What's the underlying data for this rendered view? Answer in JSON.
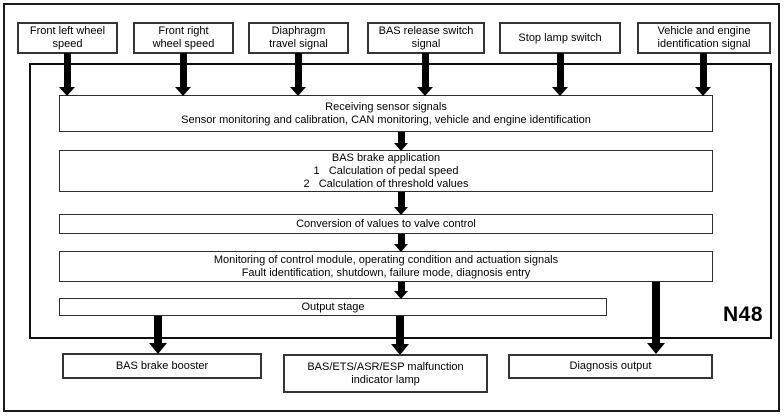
{
  "diagram": {
    "title_hint": "BAS control module block diagram",
    "module_label": "N48",
    "colors": {
      "line": "#000000",
      "text": "#000000",
      "background": "#ffffff"
    },
    "inputs": [
      {
        "lines": [
          "Front left wheel",
          "speed"
        ]
      },
      {
        "lines": [
          "Front right",
          "wheel speed"
        ]
      },
      {
        "lines": [
          "Diaphragm",
          "travel signal"
        ]
      },
      {
        "lines": [
          "BAS release switch",
          "signal"
        ]
      },
      {
        "lines": [
          "Stop lamp switch"
        ]
      },
      {
        "lines": [
          "Vehicle and engine",
          "identification signal"
        ]
      }
    ],
    "process": [
      {
        "lines": [
          "Receiving sensor signals",
          "Sensor monitoring and calibration, CAN monitoring, vehicle and engine identification"
        ]
      },
      {
        "lines": [
          "BAS brake application",
          "1   Calculation of pedal speed",
          "2   Calculation of threshold values"
        ]
      },
      {
        "lines": [
          "Conversion of values to valve control"
        ]
      },
      {
        "lines": [
          "Monitoring of control module, operating condition and actuation signals",
          "Fault identification, shutdown, failure mode, diagnosis entry"
        ]
      },
      {
        "lines": [
          "Output stage"
        ]
      }
    ],
    "outputs": [
      {
        "lines": [
          "BAS brake booster"
        ]
      },
      {
        "lines": [
          "BAS/ETS/ASR/ESP malfunction",
          "indicator lamp"
        ]
      },
      {
        "lines": [
          "Diagnosis output"
        ]
      }
    ]
  }
}
